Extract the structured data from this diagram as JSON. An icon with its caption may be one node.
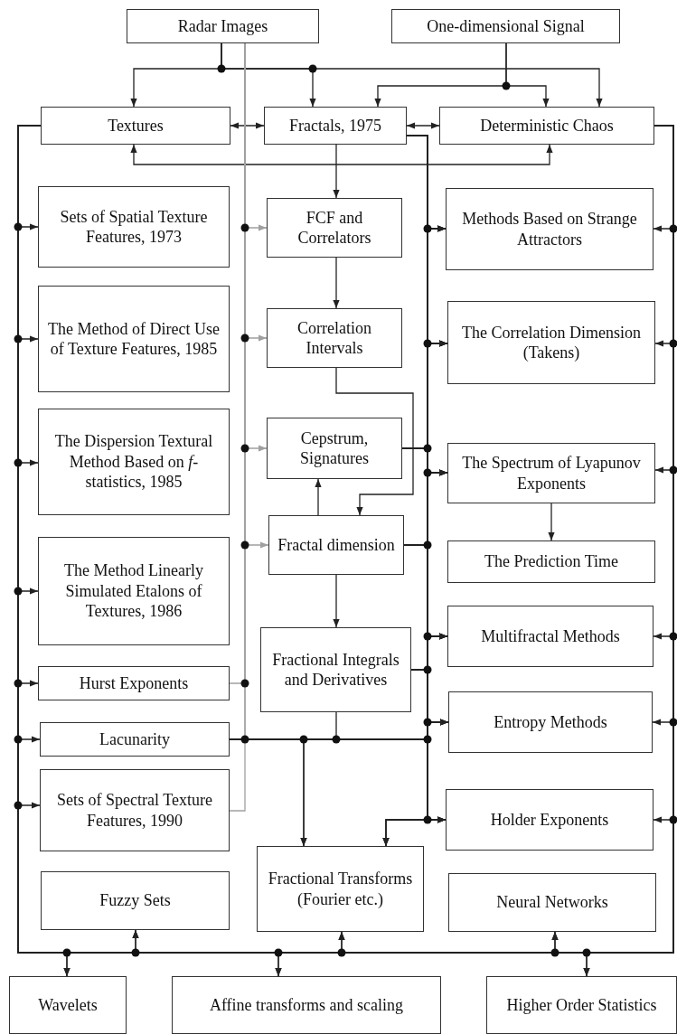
{
  "diagram": {
    "nodes": [
      {
        "text": [
          "Radar Images"
        ]
      },
      {
        "text": [
          "One-dimensional Signal"
        ]
      },
      {
        "text": [
          "Textures"
        ]
      },
      {
        "text": [
          "Fractals, 1975"
        ]
      },
      {
        "text": [
          "Deterministic Chaos"
        ]
      },
      {
        "text": [
          "Sets of Spatial Texture Features, 1973"
        ]
      },
      {
        "text": [
          "FCF and Correlators"
        ]
      },
      {
        "text": [
          "Methods Based on Strange Attractors"
        ]
      },
      {
        "text": [
          "The Method of Direct Use of Texture Features, 1985"
        ]
      },
      {
        "text": [
          "Correlation Intervals"
        ]
      },
      {
        "text": [
          "The Correlation Dimension (Takens)"
        ]
      },
      {
        "text": [
          "The Dispersion Textural Method Based on *f*-statistics, 1985"
        ]
      },
      {
        "text": [
          "Cepstrum, Signatures"
        ]
      },
      {
        "text": [
          "The Spectrum of Lyapunov Exponents"
        ]
      },
      {
        "text": [
          "Fractal dimension"
        ]
      },
      {
        "text": [
          "The Prediction Time"
        ]
      },
      {
        "text": [
          "The Method Linearly Simulated Etalons of Textures, 1986"
        ]
      },
      {
        "text": [
          "Fractional Integrals and Derivatives"
        ]
      },
      {
        "text": [
          "Multifractal Methods"
        ]
      },
      {
        "text": [
          "Hurst Exponents"
        ]
      },
      {
        "text": [
          "Lacunarity"
        ]
      },
      {
        "text": [
          "Entropy Methods"
        ]
      },
      {
        "text": [
          "Sets of Spectral Texture Features, 1990"
        ]
      },
      {
        "text": [
          "Holder Exponents"
        ]
      },
      {
        "text": [
          "Fuzzy Sets"
        ]
      },
      {
        "text": [
          "Fractional Transforms (Fourier etc.)"
        ]
      },
      {
        "text": [
          "Neural Networks"
        ]
      },
      {
        "text": [
          "Wavelets"
        ]
      },
      {
        "text": [
          "Affine transforms and scaling"
        ]
      },
      {
        "text": [
          "Higher Order Statistics"
        ]
      }
    ],
    "edges": [
      {
        "from": 0,
        "to": 2,
        "arrow": "to"
      },
      {
        "from": 0,
        "to": 3,
        "arrow": "to"
      },
      {
        "from": 0,
        "to": 4,
        "arrow": "to"
      },
      {
        "from": 1,
        "to": 3,
        "arrow": "to"
      },
      {
        "from": 1,
        "to": 4,
        "arrow": "to"
      },
      {
        "from": 2,
        "to": 3,
        "arrow": "both"
      },
      {
        "from": 3,
        "to": 4,
        "arrow": "both"
      },
      {
        "from": 2,
        "to": 4,
        "arrow": "both"
      },
      {
        "from": 2,
        "to": 5,
        "arrow": "to"
      },
      {
        "from": 2,
        "to": 8,
        "arrow": "to"
      },
      {
        "from": 2,
        "to": 11,
        "arrow": "to"
      },
      {
        "from": 2,
        "to": 16,
        "arrow": "to"
      },
      {
        "from": 2,
        "to": 19,
        "arrow": "to"
      },
      {
        "from": 2,
        "to": 20,
        "arrow": "to"
      },
      {
        "from": 2,
        "to": 22,
        "arrow": "to"
      },
      {
        "from": 0,
        "to": 6,
        "arrow": "to",
        "color": "#a0a0a0"
      },
      {
        "from": 0,
        "to": 9,
        "arrow": "to",
        "color": "#a0a0a0"
      },
      {
        "from": 0,
        "to": 12,
        "arrow": "to",
        "color": "#a0a0a0"
      },
      {
        "from": 0,
        "to": 14,
        "arrow": "to",
        "color": "#a0a0a0"
      },
      {
        "from": 19,
        "to": 0,
        "arrow": "none",
        "color": "#a0a0a0"
      },
      {
        "from": 20,
        "to": 0,
        "arrow": "none",
        "color": "#a0a0a0"
      },
      {
        "from": 22,
        "to": 0,
        "arrow": "none",
        "color": "#a0a0a0"
      },
      {
        "from": 3,
        "to": 6,
        "arrow": "to"
      },
      {
        "from": 6,
        "to": 9,
        "arrow": "to"
      },
      {
        "from": 9,
        "to": 14,
        "arrow": "to"
      },
      {
        "from": 14,
        "to": 12,
        "arrow": "to"
      },
      {
        "from": 14,
        "to": 17,
        "arrow": "to"
      },
      {
        "from": 17,
        "to": 25,
        "arrow": "to"
      },
      {
        "from": 20,
        "to": 25,
        "arrow": "to"
      },
      {
        "from": 13,
        "to": 15,
        "arrow": "to"
      },
      {
        "from": 3,
        "to": 7,
        "arrow": "to"
      },
      {
        "from": 3,
        "to": 10,
        "arrow": "to"
      },
      {
        "from": 3,
        "to": 13,
        "arrow": "to"
      },
      {
        "from": 3,
        "to": 18,
        "arrow": "to"
      },
      {
        "from": 3,
        "to": 21,
        "arrow": "to"
      },
      {
        "from": 3,
        "to": 23,
        "arrow": "to"
      },
      {
        "from": 3,
        "to": 25,
        "arrow": "to"
      },
      {
        "from": 12,
        "to": 7,
        "arrow": "to"
      },
      {
        "from": 12,
        "to": 10,
        "arrow": "to"
      },
      {
        "from": 12,
        "to": 13,
        "arrow": "to"
      },
      {
        "from": 12,
        "to": 18,
        "arrow": "to"
      },
      {
        "from": 12,
        "to": 21,
        "arrow": "to"
      },
      {
        "from": 12,
        "to": 23,
        "arrow": "to"
      },
      {
        "from": 12,
        "to": 25,
        "arrow": "to"
      },
      {
        "from": 14,
        "to": 7,
        "arrow": "to"
      },
      {
        "from": 14,
        "to": 10,
        "arrow": "to"
      },
      {
        "from": 14,
        "to": 13,
        "arrow": "to"
      },
      {
        "from": 14,
        "to": 18,
        "arrow": "to"
      },
      {
        "from": 14,
        "to": 21,
        "arrow": "to"
      },
      {
        "from": 14,
        "to": 23,
        "arrow": "to"
      },
      {
        "from": 14,
        "to": 25,
        "arrow": "to"
      },
      {
        "from": 17,
        "to": 7,
        "arrow": "to"
      },
      {
        "from": 17,
        "to": 10,
        "arrow": "to"
      },
      {
        "from": 17,
        "to": 13,
        "arrow": "to"
      },
      {
        "from": 17,
        "to": 18,
        "arrow": "to"
      },
      {
        "from": 17,
        "to": 21,
        "arrow": "to"
      },
      {
        "from": 17,
        "to": 23,
        "arrow": "to"
      },
      {
        "from": 20,
        "to": 7,
        "arrow": "to"
      },
      {
        "from": 20,
        "to": 10,
        "arrow": "to"
      },
      {
        "from": 20,
        "to": 13,
        "arrow": "to"
      },
      {
        "from": 20,
        "to": 18,
        "arrow": "to"
      },
      {
        "from": 20,
        "to": 21,
        "arrow": "to"
      },
      {
        "from": 20,
        "to": 23,
        "arrow": "to"
      },
      {
        "from": 4,
        "to": 7,
        "arrow": "to"
      },
      {
        "from": 4,
        "to": 10,
        "arrow": "to"
      },
      {
        "from": 4,
        "to": 13,
        "arrow": "to"
      },
      {
        "from": 4,
        "to": 18,
        "arrow": "to"
      },
      {
        "from": 4,
        "to": 21,
        "arrow": "to"
      },
      {
        "from": 4,
        "to": 23,
        "arrow": "to"
      },
      {
        "from": 2,
        "to": 24,
        "arrow": "to"
      },
      {
        "from": 2,
        "to": 25,
        "arrow": "to"
      },
      {
        "from": 2,
        "to": 26,
        "arrow": "to"
      },
      {
        "from": 2,
        "to": 27,
        "arrow": "to"
      },
      {
        "from": 2,
        "to": 28,
        "arrow": "to"
      },
      {
        "from": 2,
        "to": 29,
        "arrow": "to"
      },
      {
        "from": 4,
        "to": 24,
        "arrow": "to"
      },
      {
        "from": 4,
        "to": 25,
        "arrow": "to"
      },
      {
        "from": 4,
        "to": 26,
        "arrow": "to"
      },
      {
        "from": 4,
        "to": 27,
        "arrow": "to"
      },
      {
        "from": 4,
        "to": 28,
        "arrow": "to"
      },
      {
        "from": 4,
        "to": 29,
        "arrow": "to"
      }
    ]
  }
}
